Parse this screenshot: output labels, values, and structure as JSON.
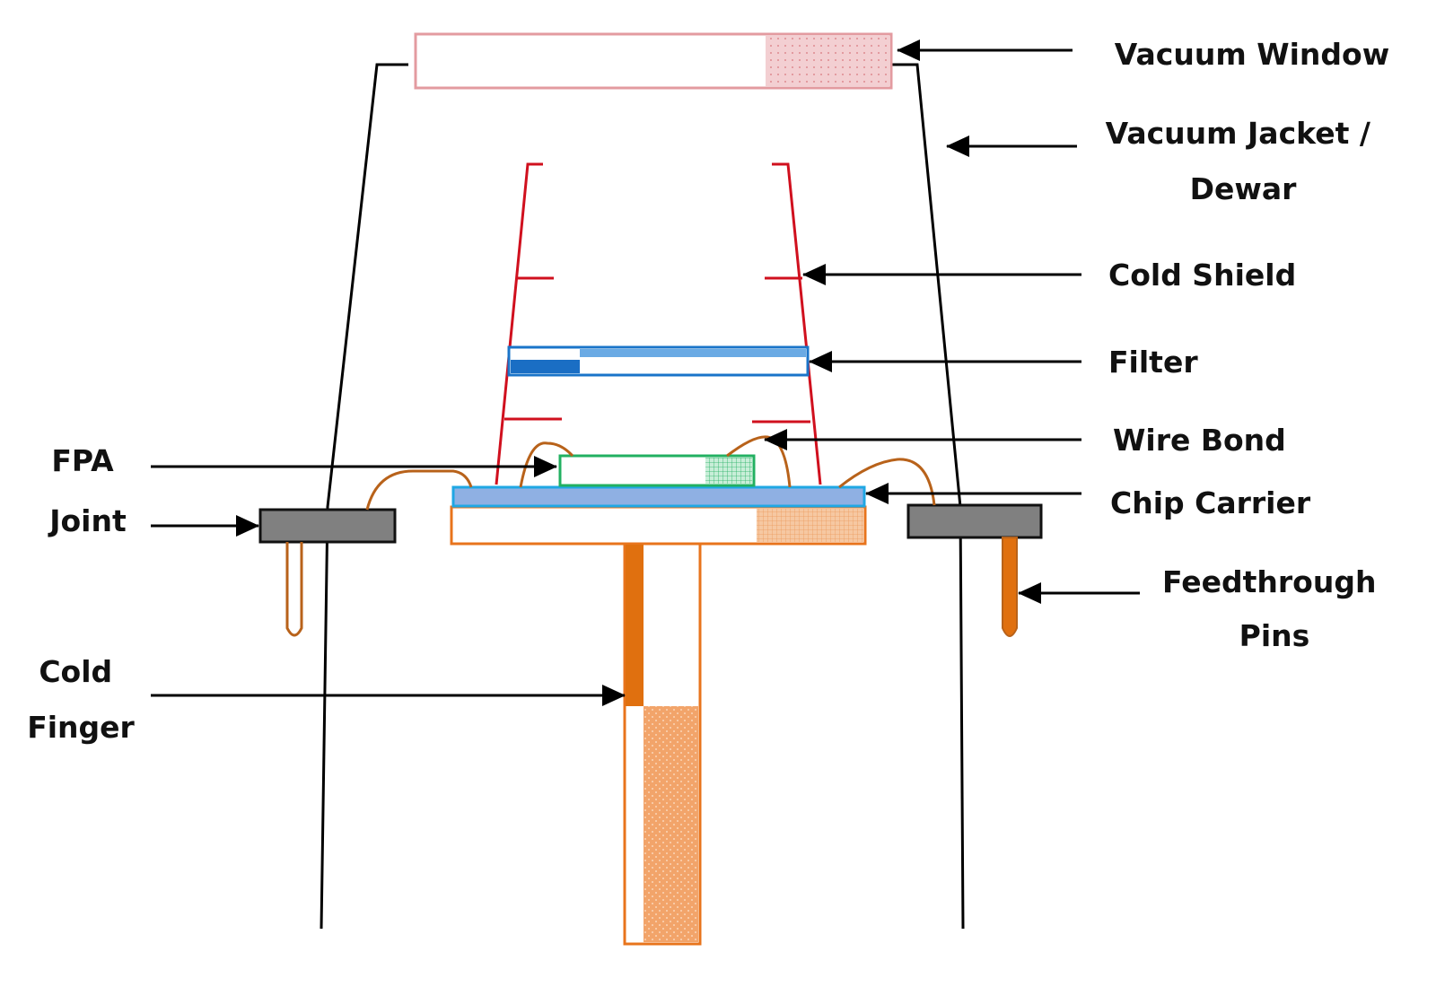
{
  "title": "Infrared detector dewar assembly cross-section",
  "colors": {
    "window": "#e39ba0",
    "window_fill": "#f3cfd2",
    "dewar": "#000000",
    "cold_shield": "#d0101e",
    "filter": "#1a74c9",
    "filter_light": "#6aaae4",
    "fpa": "#22b061",
    "fpa_fill": "#a6e0bd",
    "carrier_top": "#8fb0e3",
    "carrier_outline": "#1fa7e4",
    "carrier_base": "#e8741c",
    "carrier_fill": "#f2b080",
    "wire": "#b8621a",
    "joint": "#808080",
    "pin": "#e0700f",
    "arrow": "#000000"
  },
  "labels": {
    "vacuum_window": [
      "Vacuum Window"
    ],
    "vacuum_jacket": [
      "Vacuum Jacket /",
      "Dewar"
    ],
    "cold_shield": [
      "Cold Shield"
    ],
    "filter": [
      "Filter"
    ],
    "wire_bond": [
      "Wire Bond"
    ],
    "chip_carrier": [
      "Chip Carrier"
    ],
    "feedthrough_pins": [
      "Feedthrough",
      "Pins"
    ],
    "fpa": [
      "FPA"
    ],
    "joint": [
      "Joint"
    ],
    "cold_finger": [
      "Cold",
      "Finger"
    ]
  }
}
